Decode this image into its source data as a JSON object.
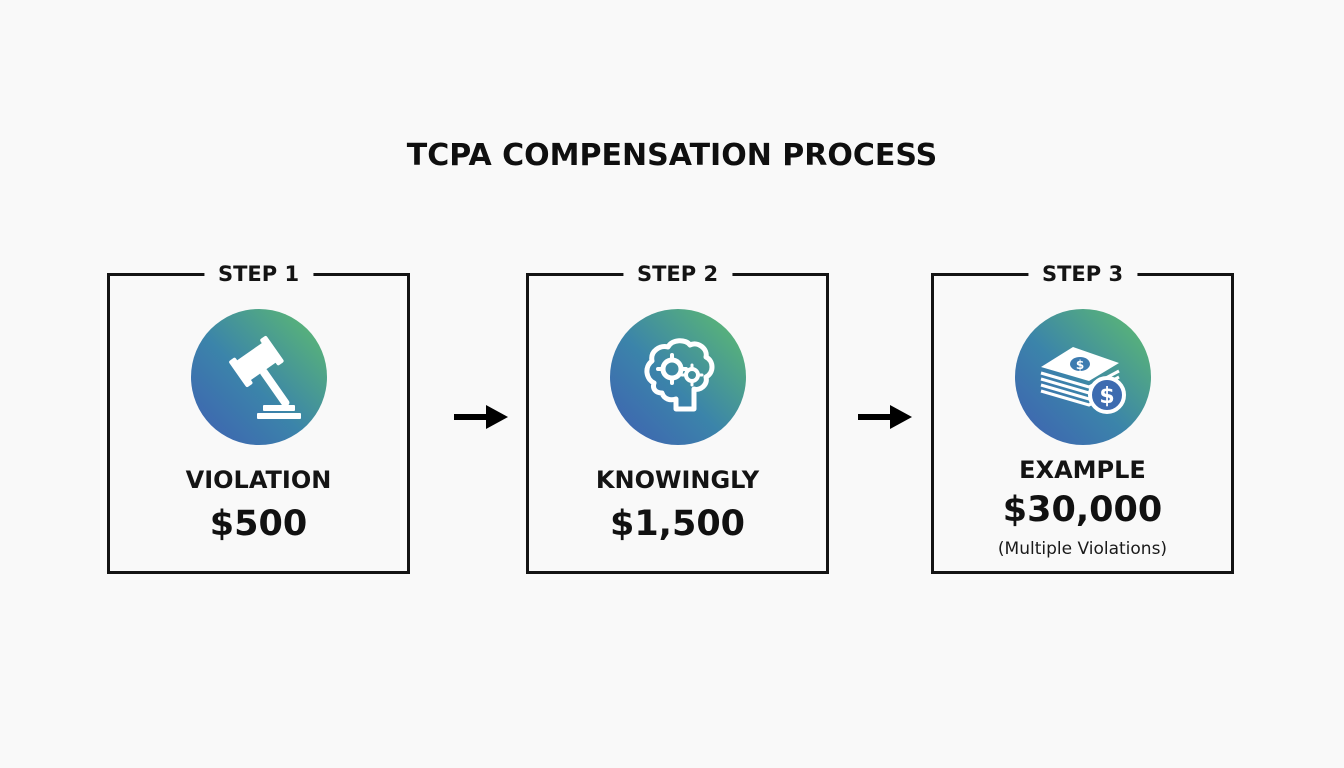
{
  "title": "TCPA COMPENSATION PROCESS",
  "steps": [
    {
      "label": "STEP 1",
      "icon": "gavel-icon",
      "heading": "VIOLATION",
      "amount": "$500",
      "note": ""
    },
    {
      "label": "STEP 2",
      "icon": "brain-gears-icon",
      "heading": "KNOWINGLY",
      "amount": "$1,500",
      "note": ""
    },
    {
      "label": "STEP 3",
      "icon": "money-stack-icon",
      "heading": "EXAMPLE",
      "amount": "$30,000",
      "note": "(Multiple Violations)"
    }
  ],
  "colors": {
    "gradient_start": "#3f5fb2",
    "gradient_mid": "#3b84aa",
    "gradient_end": "#60bf6c",
    "border": "#141414",
    "background": "#f9f9f9"
  }
}
